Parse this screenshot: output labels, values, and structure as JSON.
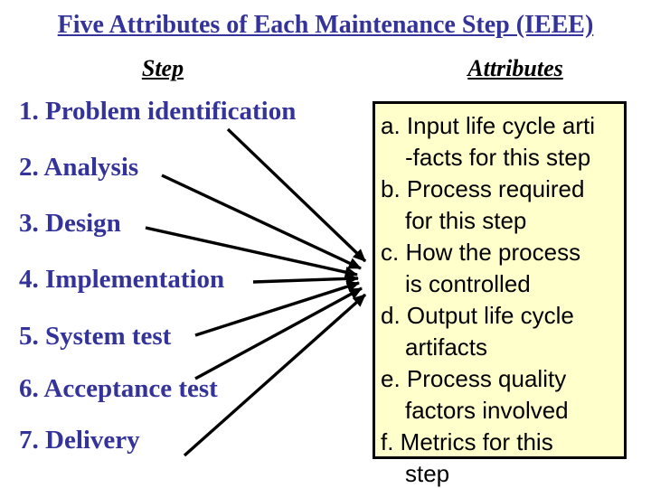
{
  "slide": {
    "title": "Five Attributes of Each Maintenance Step (IEEE)",
    "columns": {
      "left_header": "Step",
      "right_header": "Attributes"
    },
    "steps": [
      "1. Problem identification",
      "2. Analysis",
      "3. Design",
      "4. Implementation",
      "5. System test",
      "6. Acceptance test",
      "7. Delivery"
    ],
    "attributes_box": {
      "lines": [
        {
          "text": "a. Input life cycle arti",
          "indent": false
        },
        {
          "text": "-facts for this step",
          "indent": true
        },
        {
          "text": "b. Process required",
          "indent": false
        },
        {
          "text": "for this step",
          "indent": true
        },
        {
          "text": "c. How the process",
          "indent": false
        },
        {
          "text": "is controlled",
          "indent": true
        },
        {
          "text": "d. Output life cycle",
          "indent": false
        },
        {
          "text": "artifacts",
          "indent": true
        },
        {
          "text": "e. Process quality",
          "indent": false
        },
        {
          "text": "factors involved",
          "indent": true
        },
        {
          "text": "f. Metrics for this",
          "indent": false
        },
        {
          "text": "step",
          "indent": true
        }
      ]
    },
    "colors": {
      "heading_blue": "#333399",
      "box_fill": "#FFFFCC",
      "box_border": "#000000",
      "arrow_black": "#000000"
    }
  }
}
